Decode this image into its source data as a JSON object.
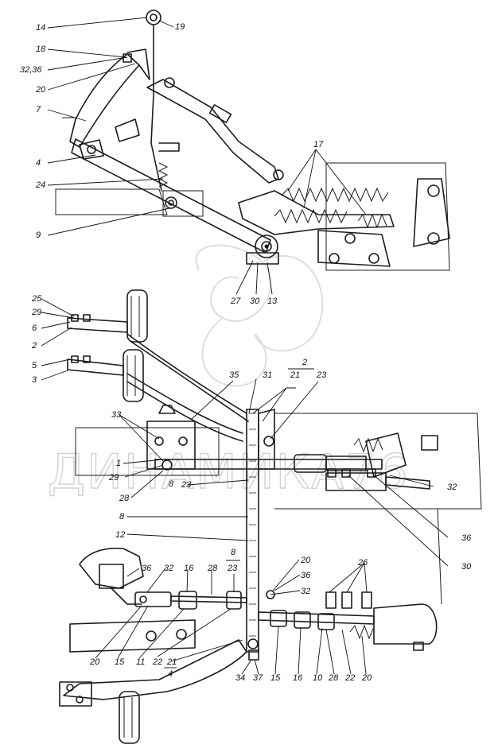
{
  "watermark": "ДИНАМИКА76",
  "top_assembly_labels": [
    "14",
    "19",
    "18",
    "32,36",
    "20",
    "7",
    "17",
    "4",
    "24",
    "9",
    "27",
    "30",
    "13"
  ],
  "middle_assembly_labels": [
    "25",
    "29",
    "6",
    "2",
    "5",
    "3",
    "35",
    "31",
    "2",
    "21",
    "23",
    "33",
    "1",
    "29",
    "28",
    "8",
    "23",
    "8",
    "12",
    "32",
    "36",
    "30"
  ],
  "bottom_assembly_labels": [
    "36",
    "32",
    "16",
    "28",
    "8",
    "23",
    "20",
    "36",
    "32",
    "26",
    "20",
    "15",
    "11",
    "22",
    "21",
    "4",
    "34",
    "37",
    "15",
    "16",
    "10",
    "28",
    "22",
    "20"
  ]
}
